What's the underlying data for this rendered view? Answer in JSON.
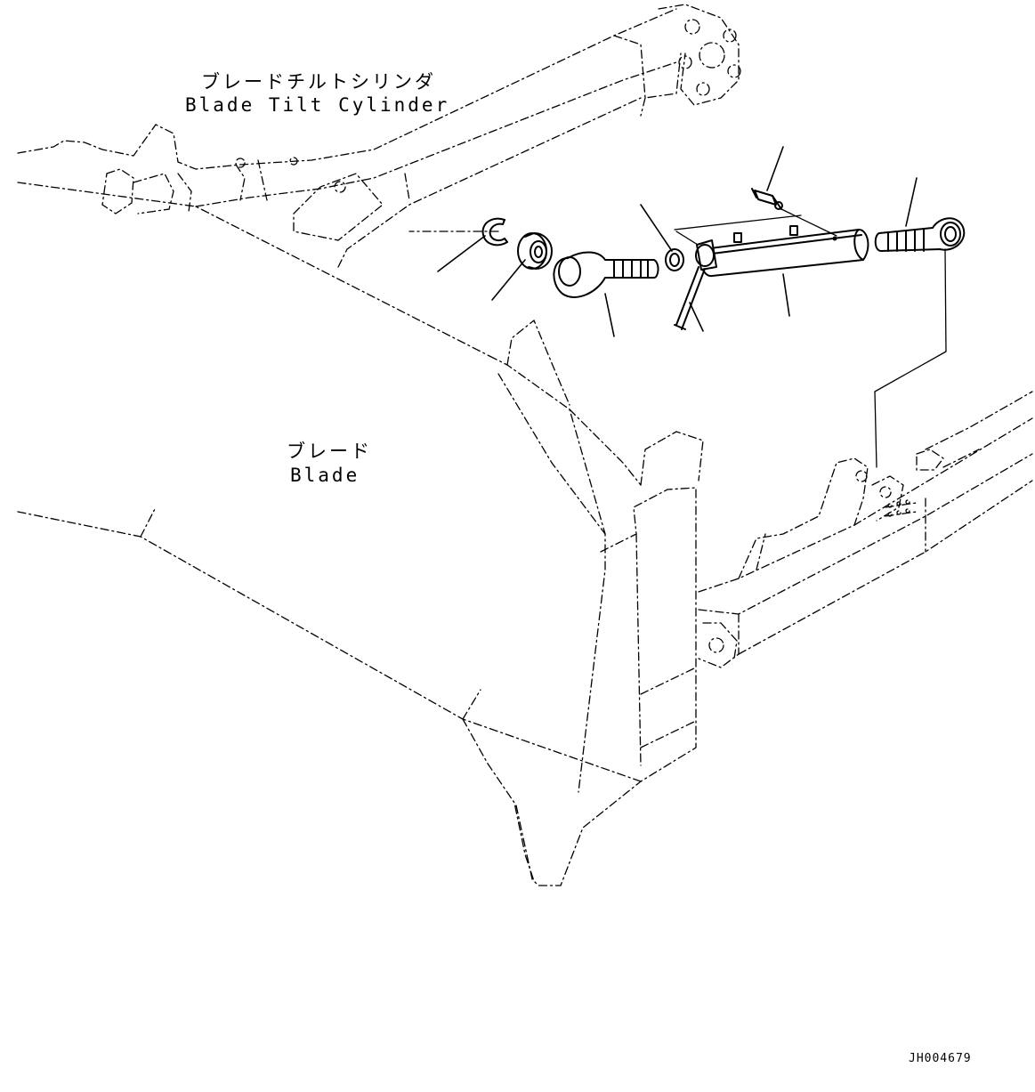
{
  "labels": {
    "cylinder_jp": "ブレードチルトシリンダ",
    "cylinder_en": "Blade Tilt Cylinder",
    "blade_jp": "ブレード",
    "blade_en": "Blade"
  },
  "drawing_id": "JH004679",
  "parts": [
    {
      "name": "snap-ring"
    },
    {
      "name": "bearing"
    },
    {
      "name": "rod-end"
    },
    {
      "name": "washer"
    },
    {
      "name": "cotter-pin"
    },
    {
      "name": "pin"
    },
    {
      "name": "grease-fitting"
    },
    {
      "name": "rod-end-right"
    }
  ]
}
